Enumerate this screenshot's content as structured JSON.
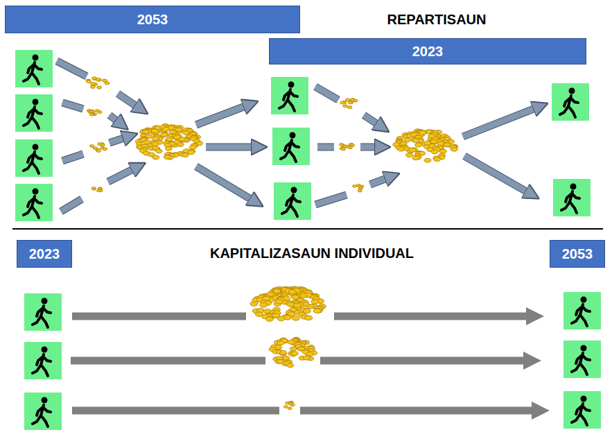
{
  "diagram": {
    "nodes": [
      {
        "text": [
          "2053"
        ]
      },
      {
        "text": [
          "2023"
        ]
      },
      {
        "text": [
          "2023"
        ]
      },
      {
        "text": [
          "2053"
        ]
      }
    ],
    "labels": [
      "REPARTISAUN",
      "KAPITALIZASAUN INDIVIDUAL"
    ]
  }
}
